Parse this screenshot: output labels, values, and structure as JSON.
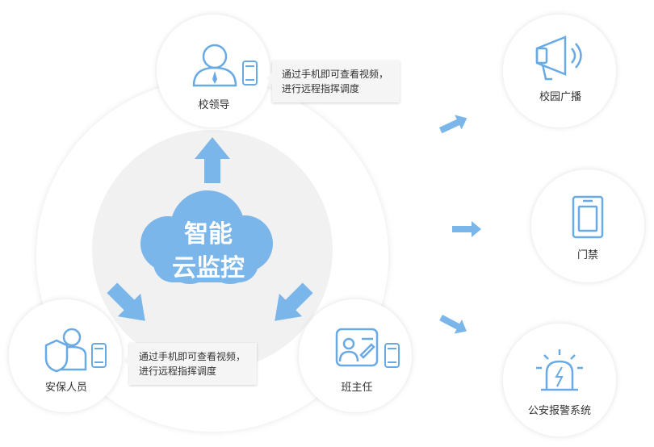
{
  "center": {
    "line1": "智能",
    "line2": "云监控"
  },
  "nodes": {
    "leader": "校领导",
    "security": "安保人员",
    "teacher": "班主任",
    "broadcast": "校园广播",
    "gate": "门禁",
    "alarm": "公安报警系统"
  },
  "tips": {
    "leader": {
      "line1": "通过手机即可查看视频，",
      "line2": "进行远程指挥调度"
    },
    "security": {
      "line1": "通过手机即可查看视频，",
      "line2": "进行远程指挥调度"
    }
  },
  "colors": {
    "accent": "#7bb6ea",
    "icon": "#6aaae4",
    "outer_ring": "#ffffff",
    "core": "#f1f1f1",
    "text": "#333333"
  }
}
